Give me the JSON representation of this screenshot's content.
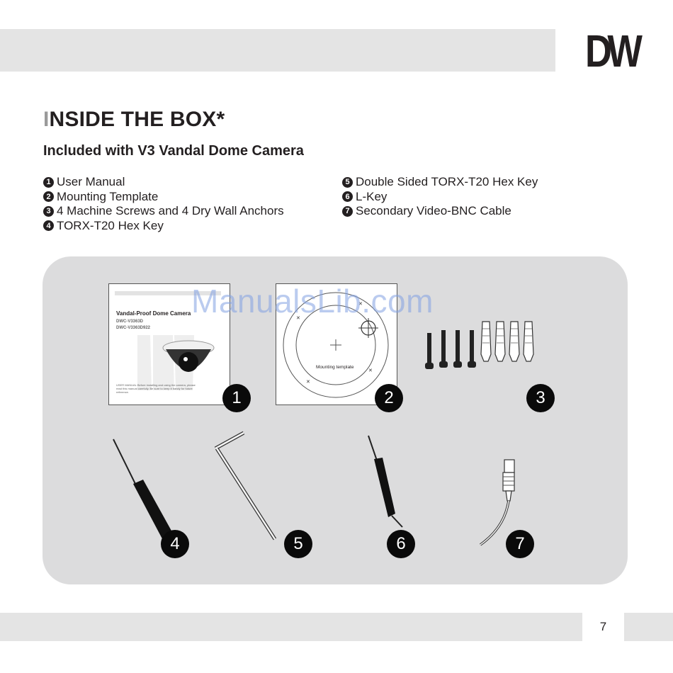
{
  "header": {
    "logo_text": "DW"
  },
  "title": {
    "first_letter": "I",
    "rest": "NSIDE THE BOX*"
  },
  "subtitle": "Included with V3 Vandal Dome Camera",
  "items_left": [
    {
      "num": "1",
      "label": "User Manual"
    },
    {
      "num": "2",
      "label": "Mounting Template"
    },
    {
      "num": "3",
      "label": "4 Machine Screws and 4 Dry Wall Anchors"
    },
    {
      "num": "4",
      "label": "TORX-T20 Hex Key"
    }
  ],
  "items_right": [
    {
      "num": "5",
      "label": "Double Sided TORX-T20 Hex Key"
    },
    {
      "num": "6",
      "label": "L-Key"
    },
    {
      "num": "7",
      "label": "Secondary Video-BNC Cable"
    }
  ],
  "manual_cover": {
    "title": "Vandal-Proof Dome Camera",
    "model1": "DWC-V3363D",
    "model2": "DWC-V3363D922",
    "fine_print": "USER MANUAL Before installing and using the camera, please read this manual carefully. Be sure to keep it handy for future reference."
  },
  "template_label": "Mounting template",
  "badges": [
    "1",
    "2",
    "3",
    "4",
    "5",
    "6",
    "7"
  ],
  "watermark": "ManualsLib.com",
  "footer": {
    "page_number": "7"
  },
  "colors": {
    "band": "#e4e4e4",
    "panel": "#dcdcdd",
    "badge": "#0a0a0a",
    "text": "#231f20"
  }
}
